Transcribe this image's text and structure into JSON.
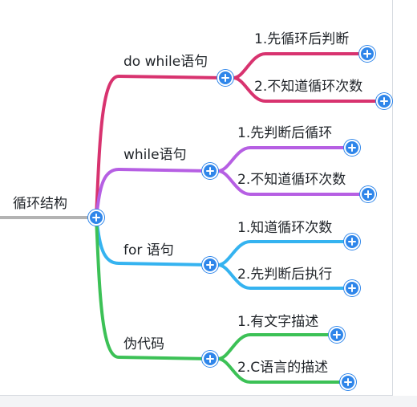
{
  "mindmap": {
    "root": {
      "label": "循环结构",
      "color": "#b3b3b3"
    },
    "branches": [
      {
        "label": "do while语句",
        "color": "#d8336f",
        "children": [
          {
            "label": "1.先循环后判断"
          },
          {
            "label": "2.不知道循环次数"
          }
        ]
      },
      {
        "label": "while语句",
        "color": "#b65fe3",
        "children": [
          {
            "label": "1.先判断后循环"
          },
          {
            "label": "2.不知道循环次数"
          }
        ]
      },
      {
        "label": "for 语句",
        "color": "#35b3f0",
        "children": [
          {
            "label": "1.知道循环次数"
          },
          {
            "label": "2.先判断后执行"
          }
        ]
      },
      {
        "label": "伪代码",
        "color": "#3cc156",
        "children": [
          {
            "label": "1.有文字描述"
          },
          {
            "label": "2.C语言的描述"
          }
        ]
      }
    ],
    "expand_button_color": "#2f86ea"
  }
}
